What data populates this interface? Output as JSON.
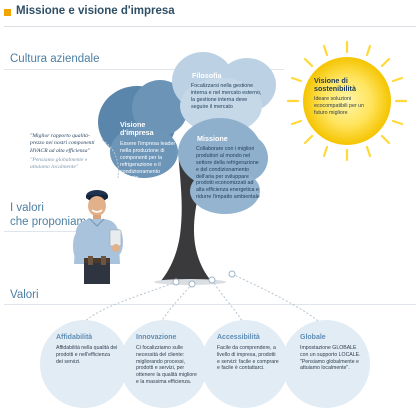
{
  "header": {
    "title": "Missione e visione d'impresa"
  },
  "sections": {
    "culture": "Cultura aziendale",
    "values_we_propose_line1": "I valori",
    "values_we_propose_line2": "che proponiamo",
    "values": "Valori"
  },
  "quote": {
    "line1": "\"Miglior rapporto qualità-prezzo nei nostri componenti HVACR ad alta efficienza\"",
    "line2": "\"Pensiamo globalmente e attuiamo localmente\""
  },
  "tree": {
    "philosophy": {
      "title": "Filosofia",
      "text": "Focalizzarsi nella gestione interna e nel mercato esterno, la gestione interna deve seguire il mercato"
    },
    "vision": {
      "title_line1": "Visione",
      "title_line2": "d'impresa",
      "text": "Essere l'impresa leader nella produzione di componenti per la refrigerazione e il condizionamento dell'aria"
    },
    "mission": {
      "title": "Missione",
      "text": "Collaborare con i migliori produttori al mondo nel settore della refrigerazione e del condizionamento dell'aria per sviluppare prodotti economizzati ad alta efficienza energetica e ridurre l'impatto ambientale"
    }
  },
  "sun": {
    "title_line1": "Visione di",
    "title_line2": "sostenibilità",
    "text": "Ideare soluzioni ecocompatibili per un futuro migliore"
  },
  "values": [
    {
      "title": "Affidabilità",
      "text": "Affidabilità nella qualità dei prodotti e nell'efficienza dei servizi."
    },
    {
      "title": "Innovazione",
      "text": "Ci focalizziamo sulle necessità del cliente: migliorando processi, prodotti e servizi, per ottenere la qualità migliore e la massima efficienza."
    },
    {
      "title": "Accessibilità",
      "text": "Facile da comprendere, a livello di impresa, prodotti e servizi: facile e comprare e facile è contattarci."
    },
    {
      "title": "Globale",
      "text": "Impostazione GLOBALE con un supporto LOCALE. \"Pensiamo globalmente e attuiamo localmente\"."
    }
  ],
  "colors": {
    "accent": "#f0a500",
    "heading": "#2f4f66",
    "section": "#4d7fa3",
    "cloud_dark": "#5b86ab",
    "cloud_mid": "#8fb0cc",
    "cloud_light": "#bcd2e4",
    "value_circle": "#e2ecf4"
  }
}
